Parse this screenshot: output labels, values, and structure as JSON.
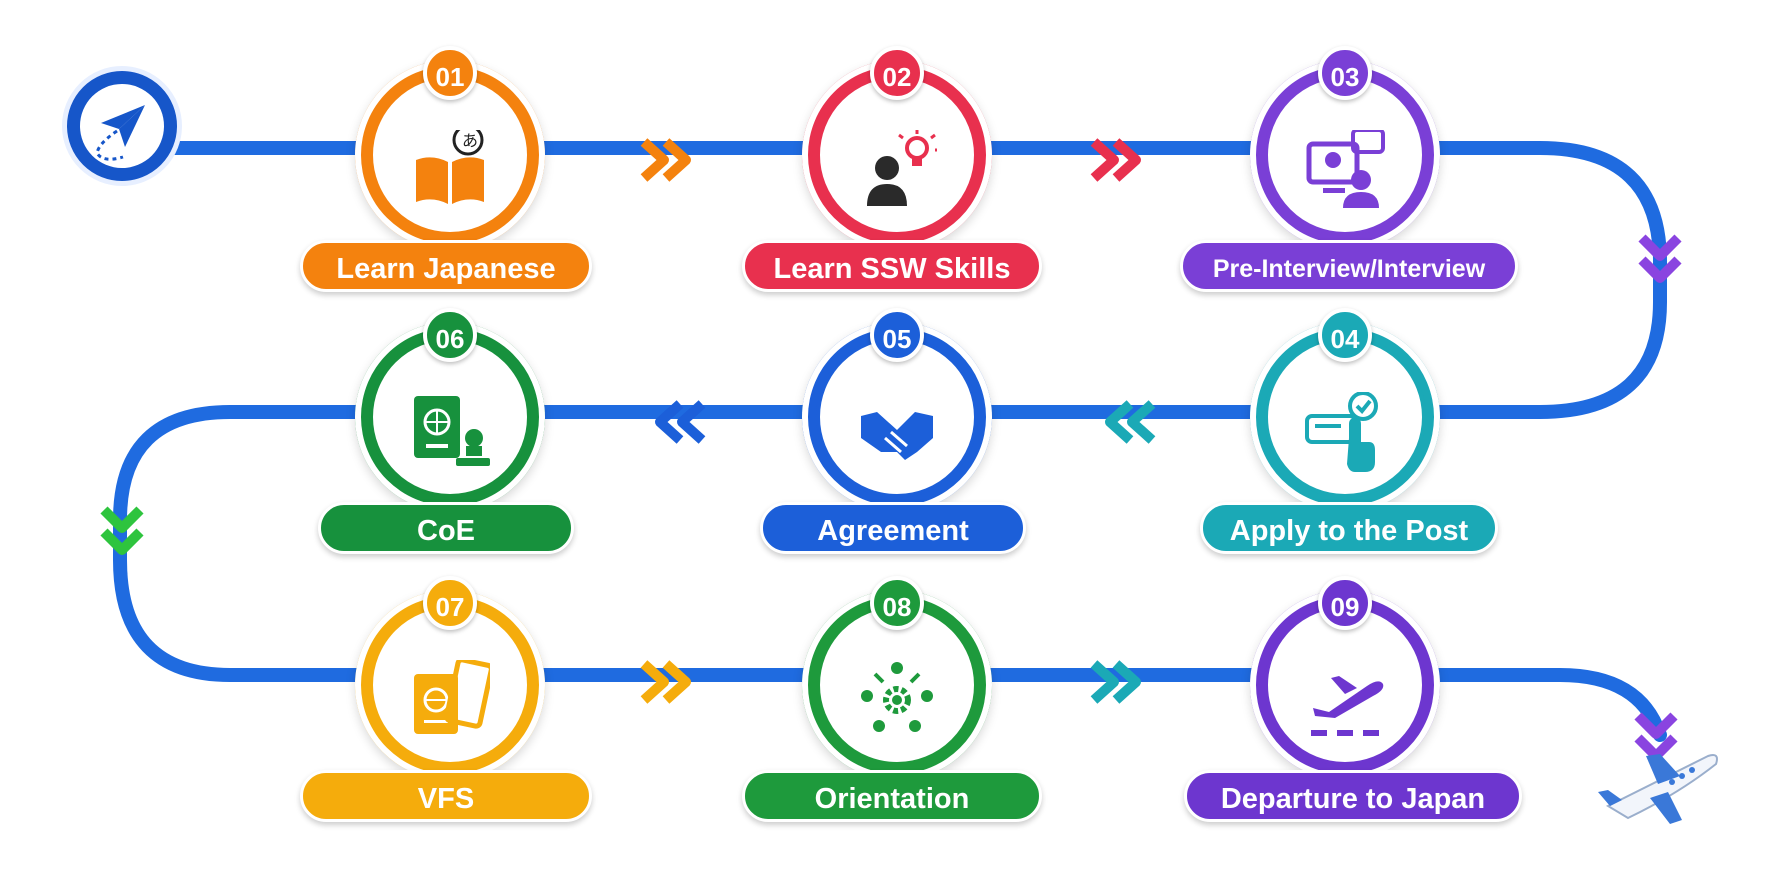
{
  "steps": [
    {
      "number": "01",
      "label": "Learn Japanese",
      "color": "#f4820e",
      "icon": "book-speech-icon"
    },
    {
      "number": "02",
      "label": "Learn SSW Skills",
      "color": "#e8304e",
      "icon": "person-lightbulb-icon"
    },
    {
      "number": "03",
      "label": "Pre-Interview/Interview",
      "color": "#7a3fd6",
      "icon": "video-interview-icon"
    },
    {
      "number": "04",
      "label": "Apply to the Post",
      "color": "#1ba9b6",
      "icon": "apply-click-icon"
    },
    {
      "number": "05",
      "label": "Agreement",
      "color": "#1c5fd9",
      "icon": "handshake-icon"
    },
    {
      "number": "06",
      "label": "CoE",
      "color": "#17913d",
      "icon": "passport-stamp-icon"
    },
    {
      "number": "07",
      "label": "VFS",
      "color": "#f5ac0c",
      "icon": "passport-ticket-icon"
    },
    {
      "number": "08",
      "label": "Orientation",
      "color": "#1e9a3c",
      "icon": "team-gear-icon"
    },
    {
      "number": "09",
      "label": "Departure to Japan",
      "color": "#6d36cf",
      "icon": "plane-departure-icon"
    }
  ],
  "path_color": "#1f6be0",
  "start_icon": "paper-plane-icon",
  "end_icon": "airplane-icon"
}
